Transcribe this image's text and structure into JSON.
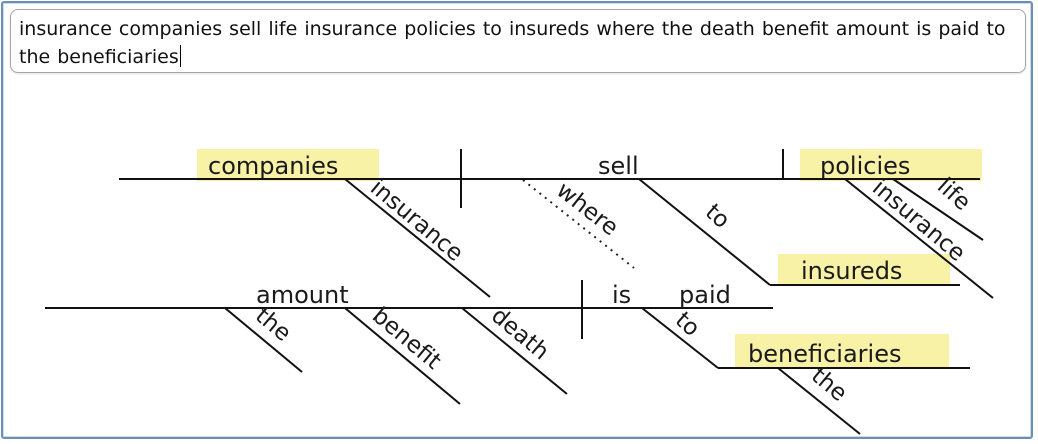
{
  "sentence": {
    "text": "insurance companies sell life insurance policies to insureds where the death benefit amount is paid to the beneficiaries"
  },
  "diagram": {
    "clause1": {
      "subject": "companies",
      "verb": "sell",
      "object": "policies",
      "subject_modifier": "insurance",
      "object_modifiers": [
        "life",
        "insurance"
      ],
      "preposition": "to",
      "prep_object": "insureds",
      "connector": "where"
    },
    "clause2": {
      "subject": "amount",
      "verb_aux": "is",
      "verb": "paid",
      "subject_modifiers": [
        "the",
        "benefit",
        "death"
      ],
      "preposition": "to",
      "prep_object": "beneficiaries",
      "prep_object_modifier": "the"
    },
    "highlight_color": "#f7f2a6"
  }
}
